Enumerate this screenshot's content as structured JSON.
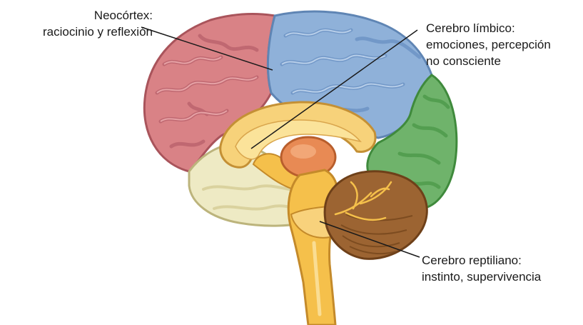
{
  "labels": {
    "neocortex": {
      "line1": "Neocórtex:",
      "line2": "raciocinio y reflexión"
    },
    "limbic": {
      "line1": "Cerebro límbico:",
      "line2": "emociones, percepción",
      "line3": "no consciente"
    },
    "reptilian": {
      "line1": "Cerebro reptiliano:",
      "line2": "instinto, supervivencia"
    }
  },
  "colors": {
    "frontal": "#d98286",
    "parietal": "#8fb1d9",
    "occipital": "#6fb36b",
    "temporal": "#e8e4b4",
    "limbic": "#f7c960",
    "cerebellum": "#9c6432",
    "brainstem": "#f5c04b",
    "thalamus": "#e88a54"
  }
}
